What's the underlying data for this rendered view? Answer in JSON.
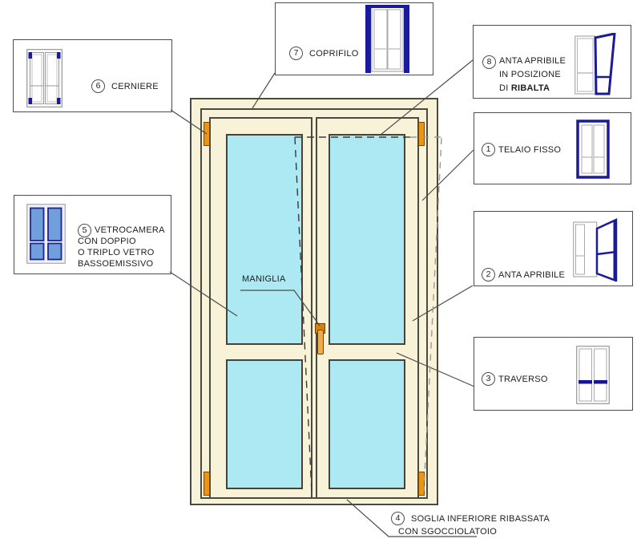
{
  "colors": {
    "frame_fill": "#F8F2D9",
    "glass_fill": "#ACE9F3",
    "hardware_orange": "#ED9415",
    "icon_blue": "#1B1B99",
    "icon_glass_blue": "#6FA0DC",
    "outline_dark": "#4A4A40",
    "leader_gray": "#4D4D4D",
    "dash_gray": "#9A9A9A"
  },
  "callouts": {
    "cerniere": {
      "number": "6",
      "label": "CERNIERE",
      "icon": "hinges-door-icon"
    },
    "coprifilo": {
      "number": "7",
      "label": "COPRIFILO",
      "icon": "trim-door-icon"
    },
    "anta_ribalta": {
      "number": "8",
      "line1": "ANTA APRIBILE",
      "line2": "IN POSIZIONE",
      "line3_prefix": "DI ",
      "line3_bold": "RIBALTA",
      "icon": "tilt-sash-door-icon"
    },
    "telaio_fisso": {
      "number": "1",
      "label": "TELAIO FISSO",
      "icon": "fixed-frame-door-icon"
    },
    "anta_apribile": {
      "number": "2",
      "label": "ANTA APRIBILE",
      "icon": "open-sash-door-icon"
    },
    "traverso": {
      "number": "3",
      "label": "TRAVERSO",
      "icon": "transom-door-icon"
    },
    "vetrocamera": {
      "number": "5",
      "line1": "VETROCAMERA",
      "line2": "CON DOPPIO",
      "line3": "O TRIPLO VETRO",
      "line4": "BASSOEMISSIVO",
      "icon": "glazing-door-icon"
    },
    "soglia": {
      "number": "4",
      "line1": "SOGLIA INFERIORE RIBASSATA",
      "line2": "CON SGOCCIOLATOIO"
    },
    "maniglia": {
      "label": "MANIGLIA"
    }
  }
}
